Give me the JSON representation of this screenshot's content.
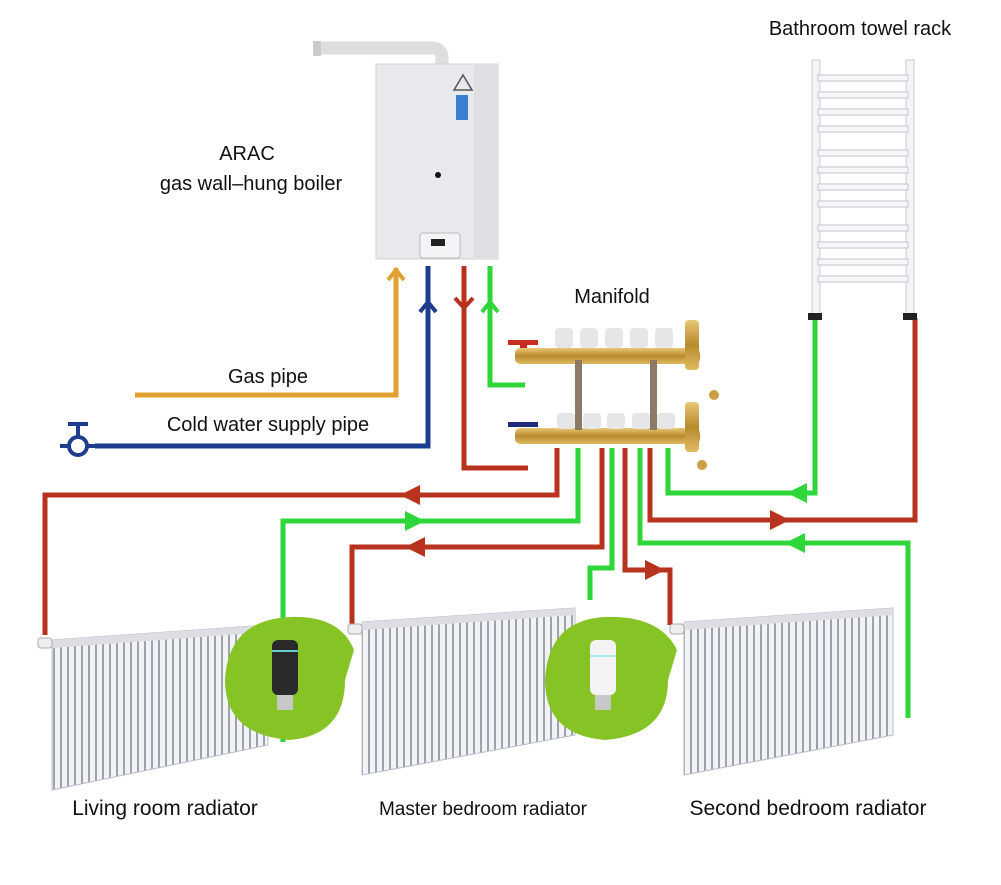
{
  "labels": {
    "boiler_brand": "ARAC",
    "boiler_name": "gas wall–hung boiler",
    "manifold": "Manifold",
    "towel_rack": "Bathroom towel rack",
    "gas_pipe": "Gas pipe",
    "cold_water": "Cold water supply pipe",
    "living_room": "Living room radiator",
    "master_bedroom": "Master bedroom radiator",
    "second_bedroom": "Second bedroom radiator"
  },
  "colors": {
    "supply_hot": "#b8321e",
    "return": "#2fd63a",
    "gas": "#e2a030",
    "cold_water": "#1e3d8f",
    "thermostat_bubble": "#86c426",
    "brass": "#c9a045"
  }
}
